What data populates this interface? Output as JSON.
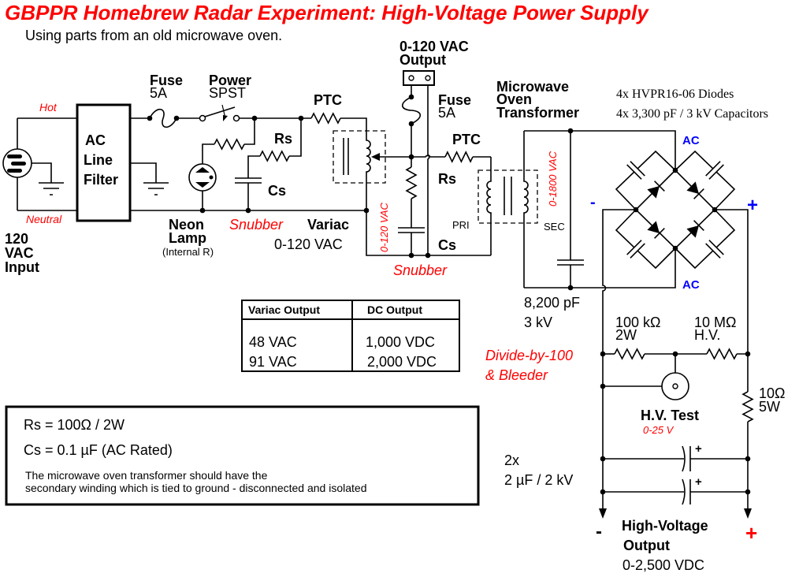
{
  "title": "GBPPR Homebrew Radar Experiment: High-Voltage Power Supply",
  "subtitle": "Using parts from an old microwave oven.",
  "input": {
    "hot": "Hot",
    "neutral": "Neutral",
    "label_1": "120",
    "label_2": "VAC",
    "label_3": "Input"
  },
  "filter": {
    "line1": "AC",
    "line2": "Line",
    "line3": "Filter"
  },
  "fuse1": {
    "name": "Fuse",
    "rating": "5A"
  },
  "switch": {
    "name": "Power",
    "type": "SPST"
  },
  "ptc1": "PTC",
  "rs1": "Rs",
  "cs1": "Cs",
  "neon": {
    "line1": "Neon",
    "line2": "Lamp",
    "note": "(Internal R)"
  },
  "snubber1": "Snubber",
  "variac": {
    "name": "Variac",
    "range": "0-120 VAC",
    "output_voltage": "0-120 VAC"
  },
  "aux_output": {
    "line1": "0-120 VAC",
    "line2": "Output"
  },
  "fuse2": {
    "name": "Fuse",
    "rating": "5A"
  },
  "ptc2": "PTC",
  "rs2": "Rs",
  "cs2": "Cs",
  "snubber2": "Snubber",
  "transformer": {
    "line1": "Microwave",
    "line2": "Oven",
    "line3": "Transformer",
    "pri": "PRI",
    "sec": "SEC",
    "sec_voltage": "0-1800 VAC"
  },
  "parts_note": {
    "diodes": "4x HVPR16-06 Diodes",
    "caps": "4x 3,300 pF / 3 kV Capacitors"
  },
  "bridge": {
    "ac_top": "AC",
    "ac_bottom": "AC",
    "minus": "-",
    "plus": "+"
  },
  "sec_cap": {
    "value": "8,200 pF",
    "voltage": "3 kV"
  },
  "divider": {
    "label1": "Divide-by-100",
    "label2": "& Bleeder",
    "r1_value": "100 kΩ",
    "r1_power": "2W",
    "r2_value": "10 MΩ",
    "r2_power": "H.V.",
    "r3_value": "10Ω",
    "r3_power": "5W",
    "test_label": "H.V. Test",
    "test_range": "0-25 V"
  },
  "filter_caps": {
    "count": "2x",
    "value": "2 µF / 2 kV",
    "plus": "+"
  },
  "hv_output": {
    "minus": "-",
    "plus": "+",
    "line1": "High-Voltage",
    "line2": "Output",
    "range": "0-2,500 VDC"
  },
  "table": {
    "headers": [
      "Variac Output",
      "DC Output"
    ],
    "rows": [
      [
        "48 VAC",
        "1,000 VDC"
      ],
      [
        "91 VAC",
        "2,000 VDC"
      ]
    ]
  },
  "notes": {
    "rs": "Rs = 100Ω / 2W",
    "cs": "Cs = 0.1 µF (AC Rated)",
    "line1": "The microwave oven transformer should have the",
    "line2": "secondary winding which is tied to ground - disconnected and isolated"
  },
  "colors": {
    "title": "#ff0000",
    "annotation": "#ff0000",
    "polarity": "#0000ff",
    "wire": "#000000"
  }
}
